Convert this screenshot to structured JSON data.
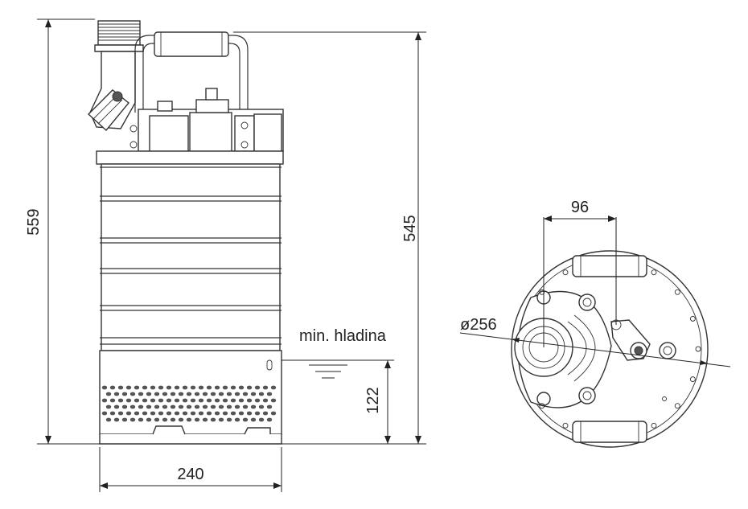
{
  "dimensions": {
    "total_height": "559",
    "body_height": "545",
    "width": "240",
    "min_level_height": "122",
    "offset": "96",
    "diameter": "ø256"
  },
  "labels": {
    "min_level": "min. hladina"
  }
}
